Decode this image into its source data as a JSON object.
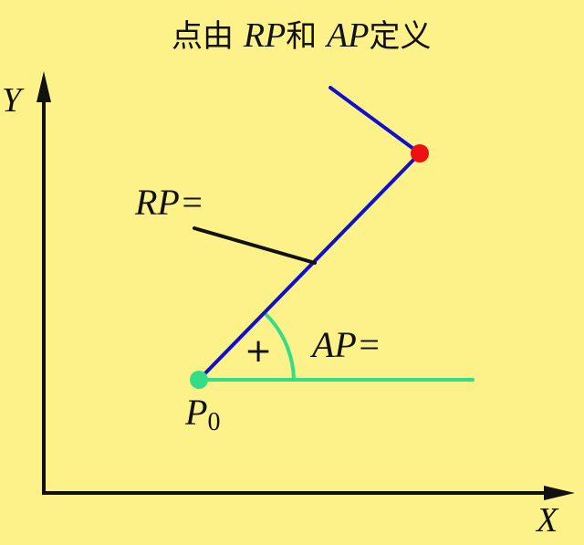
{
  "title": {
    "prefix": "点由 ",
    "rp": "RP",
    "mid": "和 ",
    "ap": "AP",
    "suffix": "定义"
  },
  "axes": {
    "x_label": "X",
    "y_label": "Y"
  },
  "labels": {
    "rp": "RP=",
    "ap": "AP=",
    "plus": "+",
    "p0_main": "P",
    "p0_sub": "0"
  },
  "colors": {
    "background": "#fdf28a",
    "axis": "#111111",
    "vector": "#1010cc",
    "reference": "#33dd88",
    "origin_point": "#33dd88",
    "end_point": "#ee1111",
    "leader": "#111111"
  }
}
